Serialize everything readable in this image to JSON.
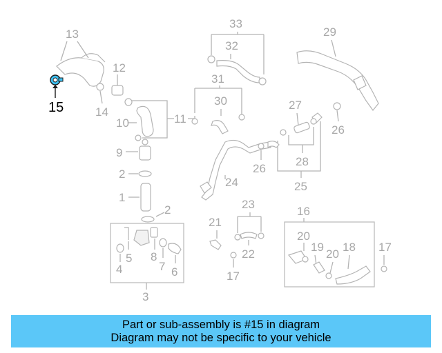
{
  "highlight": {
    "label": "15",
    "color": "#3ec1f3"
  },
  "labels": {
    "l1": "1",
    "l2a": "2",
    "l2b": "2",
    "l3": "3",
    "l4": "4",
    "l5": "5",
    "l6": "6",
    "l7": "7",
    "l8": "8",
    "l9": "9",
    "l10": "10",
    "l11": "11",
    "l12": "12",
    "l13": "13",
    "l14": "14",
    "l16": "16",
    "l17a": "17",
    "l17b": "17",
    "l18": "18",
    "l19": "19",
    "l20a": "20",
    "l20b": "20",
    "l21": "21",
    "l22": "22",
    "l23": "23",
    "l24": "24",
    "l25": "25",
    "l26a": "26",
    "l26b": "26",
    "l27": "27",
    "l28": "28",
    "l29": "29",
    "l30": "30",
    "l31": "31",
    "l32": "32",
    "l33": "33"
  },
  "banner": {
    "line1": "Part or sub-assembly is #15 in diagram",
    "line2": "Diagram may not be specific to your vehicle",
    "color": "#5bc7f8"
  }
}
